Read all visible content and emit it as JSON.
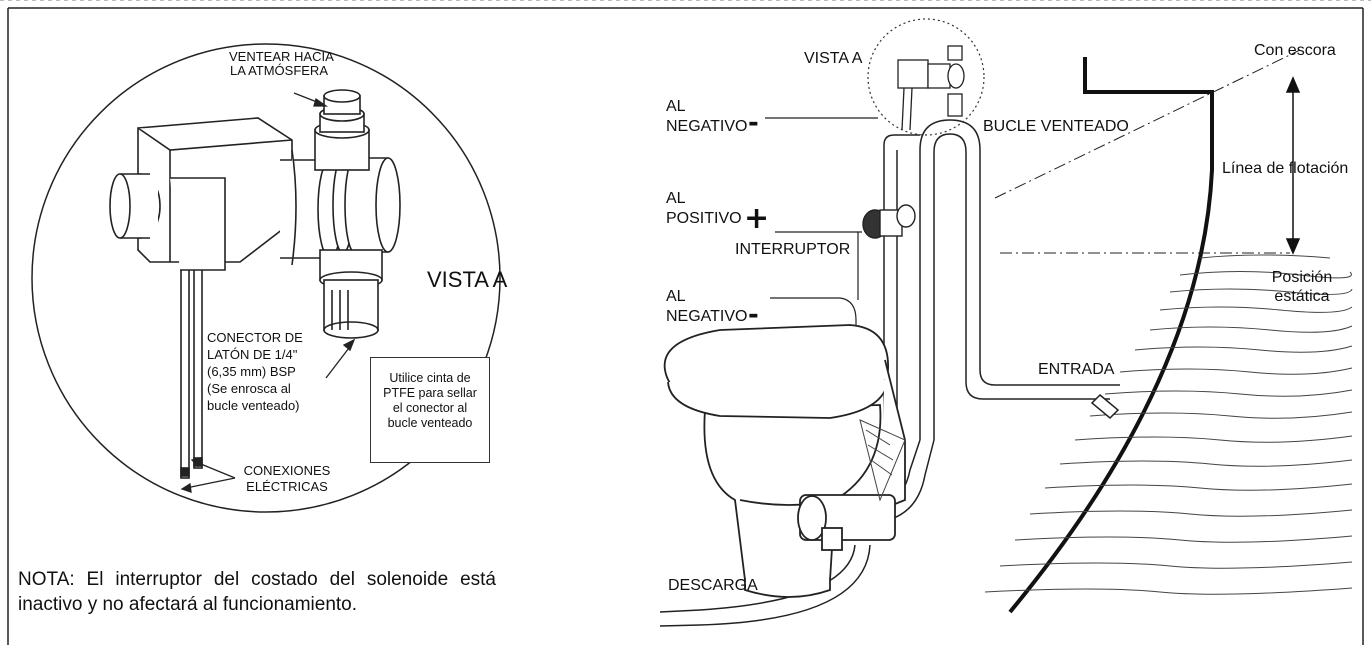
{
  "left_panel": {
    "vent_label_1": "VENTEAR HACIA",
    "vent_label_2": "LA ATMÓSFERA",
    "view_title": "VISTA A",
    "connector_1": "CONECTOR DE",
    "connector_2": "LATÓN DE 1/4\"",
    "connector_3": "(6,35 mm) BSP",
    "connector_4": "(Se enrosca al",
    "connector_5": "bucle venteado)",
    "tape_note_1": "Utilice cinta de",
    "tape_note_2": "PTFE para sellar",
    "tape_note_3": "el conector al",
    "tape_note_4": "bucle venteado",
    "electrical_1": "CONEXIONES",
    "electrical_2": "ELÉCTRICAS",
    "note": "NOTA: El interruptor del costado del solenoide está inactivo y no afectará al funcionamiento."
  },
  "right_panel": {
    "view_a": "VISTA A",
    "neg_top_1": "AL",
    "neg_top_2": "NEGATIVO",
    "minus_sign": "-",
    "pos_1": "AL",
    "pos_2": "POSITIVO",
    "plus_sign": "+",
    "switch": "INTERRUPTOR",
    "neg_bottom_1": "AL",
    "neg_bottom_2": "NEGATIVO",
    "vented_loop": "BUCLE VENTEADO",
    "heel": "Con escora",
    "waterline": "Línea de flotación",
    "static_1": "Posición",
    "static_2": "estática",
    "inlet": "ENTRADA",
    "discharge": "DESCARGA"
  }
}
